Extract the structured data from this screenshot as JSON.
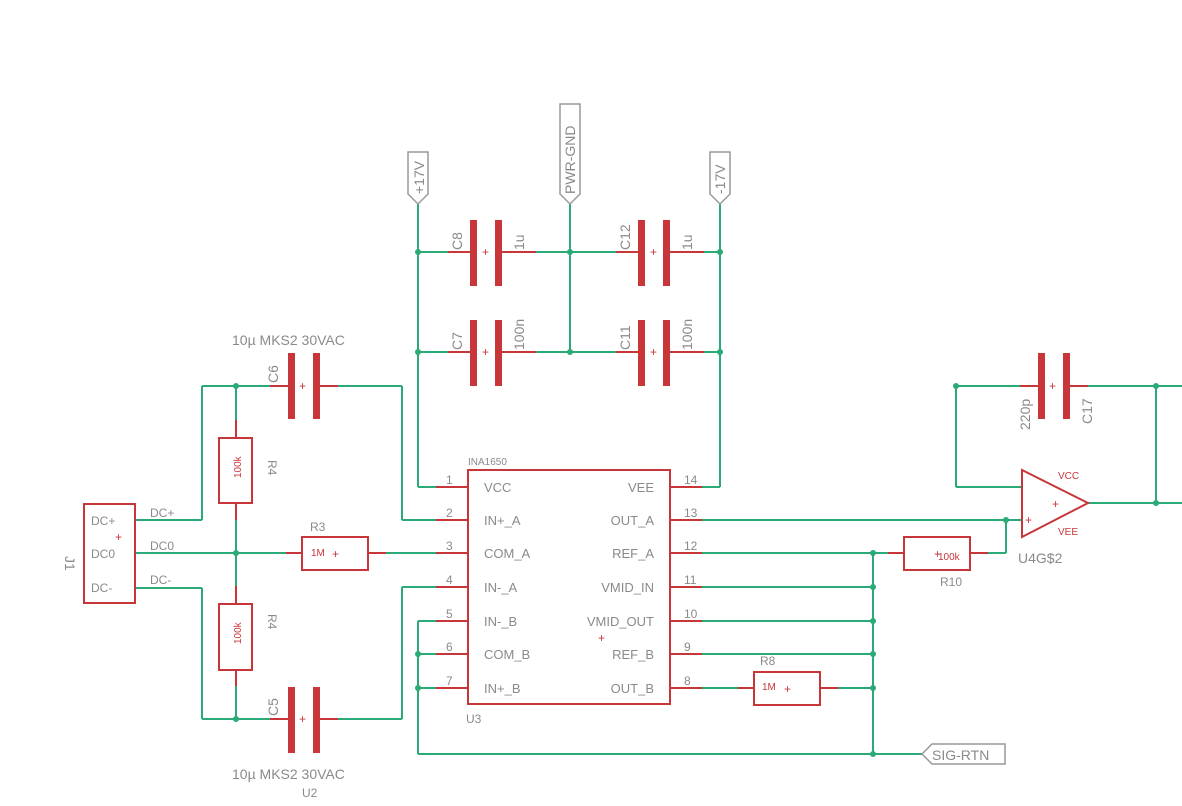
{
  "colors": {
    "wire": "#2aaa77",
    "part": "#c8363a",
    "label": "#8a8a8a"
  },
  "supplies": {
    "pos": "+17V",
    "gnd": "PWR-GND",
    "neg": "-17V"
  },
  "sig_rtn": "SIG-RTN",
  "caps": {
    "c8": {
      "name": "C8",
      "value": "1u"
    },
    "c12": {
      "name": "C12",
      "value": "1u"
    },
    "c7": {
      "name": "C7",
      "value": "100n"
    },
    "c11": {
      "name": "C11",
      "value": "100n"
    },
    "c6": {
      "name": "C6",
      "value": "10µ MKS2 30VAC"
    },
    "c5": {
      "name": "C5",
      "value": "10µ MKS2 30VAC"
    },
    "c17": {
      "name": "C17",
      "value": "220p"
    }
  },
  "resistors": {
    "r4": {
      "name": "R4",
      "value": "100k"
    },
    "r4b": {
      "name": "R4",
      "value": "100k"
    },
    "r3": {
      "name": "R3",
      "value": "1M"
    },
    "r8": {
      "name": "R8",
      "value": "1M"
    },
    "r10": {
      "name": "R10",
      "value": "100k"
    }
  },
  "connector": {
    "name": "J1",
    "pins": [
      "DC+",
      "DC0",
      "DC-"
    ],
    "nets": [
      "DC+",
      "DC0",
      "DC-"
    ]
  },
  "ic": {
    "part": "INA1650",
    "ref": "U3",
    "left_pins": [
      {
        "num": "1",
        "name": "VCC"
      },
      {
        "num": "2",
        "name": "IN+_A"
      },
      {
        "num": "3",
        "name": "COM_A"
      },
      {
        "num": "4",
        "name": "IN-_A"
      },
      {
        "num": "5",
        "name": "IN-_B"
      },
      {
        "num": "6",
        "name": "COM_B"
      },
      {
        "num": "7",
        "name": "IN+_B"
      }
    ],
    "right_pins": [
      {
        "num": "14",
        "name": "VEE"
      },
      {
        "num": "13",
        "name": "OUT_A"
      },
      {
        "num": "12",
        "name": "REF_A"
      },
      {
        "num": "11",
        "name": "VMID_IN"
      },
      {
        "num": "10",
        "name": "VMID_OUT"
      },
      {
        "num": "9",
        "name": "REF_B"
      },
      {
        "num": "8",
        "name": "OUT_B"
      }
    ]
  },
  "opamp": {
    "ref": "U4G$2",
    "vcc": "VCC",
    "vee": "VEE"
  },
  "u2_ref": "U2"
}
